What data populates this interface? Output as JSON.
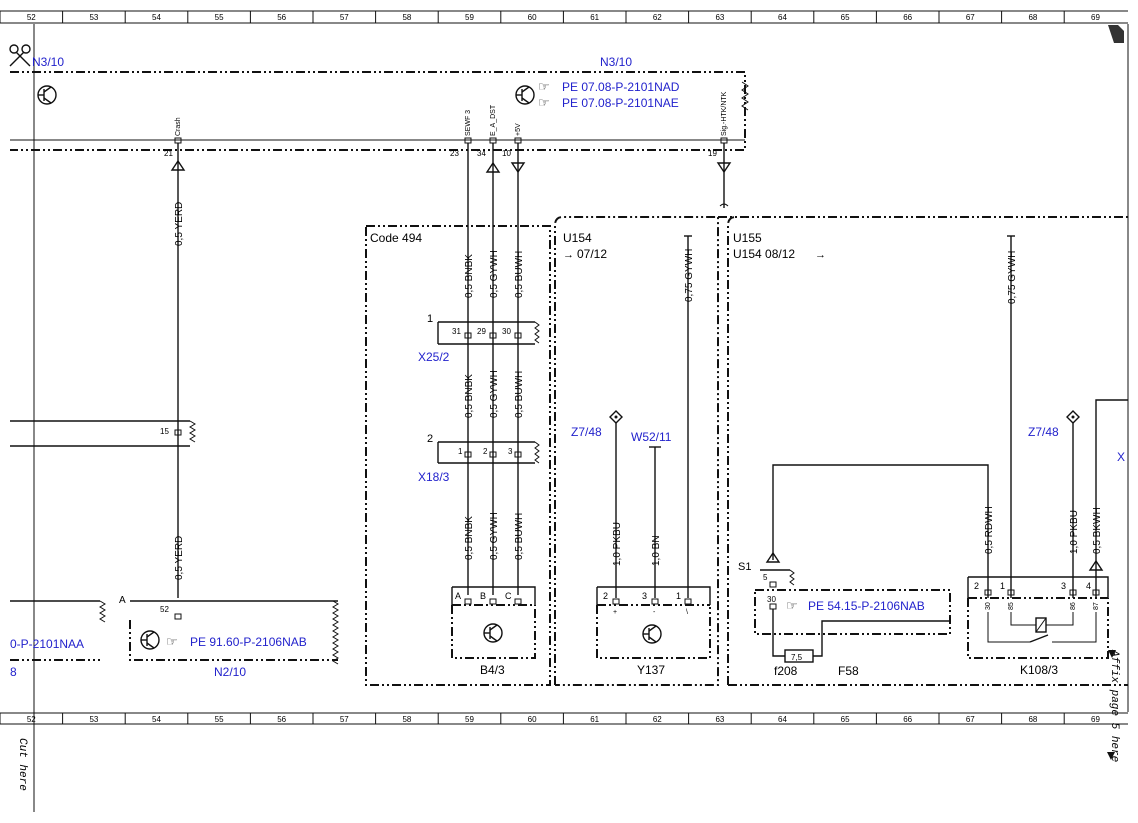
{
  "grid_top": [
    "52",
    "53",
    "54",
    "55",
    "56",
    "57",
    "58",
    "59",
    "60",
    "61",
    "62",
    "63",
    "64",
    "65",
    "66",
    "67",
    "68",
    "69"
  ],
  "grid_bottom": [
    "52",
    "53",
    "54",
    "55",
    "56",
    "57",
    "58",
    "59",
    "60",
    "61",
    "62",
    "63",
    "64",
    "65",
    "66",
    "67",
    "68",
    "69"
  ],
  "left_margin_text": "Cut here",
  "right_margin_text": "Affix page 5 here",
  "units": {
    "n3_10_left": "N3/10",
    "n3_10_center": "N3/10",
    "code_494": "Code 494",
    "u154_left": "U154",
    "u154_left_ref": "07/12",
    "u155": "U155",
    "u154_right": "U154  08/12",
    "x25_2": "X25/2",
    "x18_3": "X18/3",
    "b4_3": "B4/3",
    "y137": "Y137",
    "k108_3": "K108/3",
    "n2_10": "N2/10",
    "f208": "f208",
    "f58": "F58",
    "s1": "S1",
    "z7_48_a": "Z7/48",
    "w52_11": "W52/11",
    "z7_48_b": "Z7/48",
    "x_partial": "X",
    "conn_a": "A",
    "conn_1": "1",
    "conn_2": "2"
  },
  "refs": {
    "pe_nad": "PE 07.08-P-2101NAD",
    "pe_nae": "PE 07.08-P-2101NAE",
    "pe_naa_partial": "0-P-2101NAA",
    "ref_8": "8",
    "pe_n2_10": "PE 91.60-P-2106NAB",
    "pe_f58": "PE 54.15-P-2106NAB"
  },
  "pins": {
    "n3_10": [
      {
        "name": "Crash",
        "num": "21"
      },
      {
        "name": "SEWF 3",
        "num": "23"
      },
      {
        "name": "E_A_DST",
        "num": "34"
      },
      {
        "name": "+5V",
        "num": "10"
      },
      {
        "name": "Sig.-HTK/NTK",
        "num": "19"
      }
    ],
    "x25_2": [
      "31",
      "29",
      "30"
    ],
    "x18_3": [
      "1",
      "2",
      "3"
    ],
    "b4_3": [
      "A",
      "B",
      "C"
    ],
    "n2_10": "52",
    "splice_15": "15",
    "y137": [
      "2",
      "3",
      "1"
    ],
    "y137_sym": [
      "+",
      "-",
      "\\"
    ],
    "f58_pins": [
      "5",
      "30"
    ],
    "fuse_rating": "7,5",
    "k108_3_top": [
      "2",
      "1",
      "3",
      "4"
    ],
    "k108_3_inner": [
      "30",
      "85",
      "86",
      "87"
    ]
  },
  "wires": {
    "crash_top": "0,5 YERD",
    "crash_bottom": "0,5 YERD",
    "bnbk_1": "0,5 BNBK",
    "gywh_1": "0,5 GYWH",
    "buwh_1": "0,5 BUWH",
    "bnbk_2": "0,5 BNBK",
    "gywh_2": "0,5 GYWH",
    "buwh_2": "0,5 BUWH",
    "bnbk_3": "0,5 BNBK",
    "gywh_3": "0,5 GYWH",
    "buwh_3": "0,5 BUWH",
    "y137_gywh": "0,75 GYWH",
    "pkbu_1": "1,0 PKBU",
    "bn_1": "1,0 BN",
    "k108_gywh": "0,75 GYWH",
    "rdwh": "0,5 RDWH",
    "pkbu_2": "1,0 PKBU",
    "bkwh": "0,5 BKWH"
  },
  "colors": {
    "link": "#2222cc",
    "line": "#111111"
  }
}
